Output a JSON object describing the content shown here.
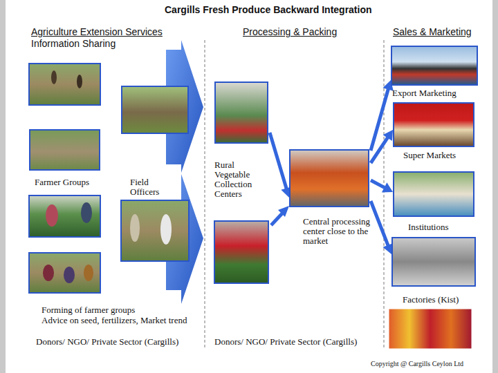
{
  "diagram": {
    "title": "Cargills Fresh Produce Backward Integration",
    "nodes": [
      {
        "text": [
          "Farmer Groups"
        ]
      },
      {
        "text": [
          "Field Officers"
        ]
      },
      {
        "text": [
          "Rural Vegetable Collection Centers"
        ]
      },
      {
        "text": [
          "Central processing center close to the market"
        ]
      },
      {
        "text": [
          "Export Marketing"
        ]
      },
      {
        "text": [
          "Super Markets"
        ]
      },
      {
        "text": [
          "Institutions"
        ]
      },
      {
        "text": [
          "Factories (Kist)"
        ]
      }
    ],
    "edges": [
      {
        "from": 2,
        "to": 3,
        "arrow": "to"
      },
      {
        "from": 3,
        "to": 4,
        "arrow": "to"
      },
      {
        "from": 3,
        "to": 5,
        "arrow": "to"
      },
      {
        "from": 3,
        "to": 6,
        "arrow": "to"
      },
      {
        "from": 3,
        "to": 7,
        "arrow": "to"
      }
    ],
    "labels": [
      "Agriculture Extension Services",
      "Information Sharing",
      "Processing & Packing",
      "Sales & Marketing",
      "Forming of farmer groups",
      "Advice on seed, fertilizers, Market trend",
      "Donors/ NGO/ Private Sector (Cargills)",
      "Donors/ NGO/ Private Sector (Cargills)",
      "Copyright @ Cargills Ceylon Ltd"
    ]
  }
}
